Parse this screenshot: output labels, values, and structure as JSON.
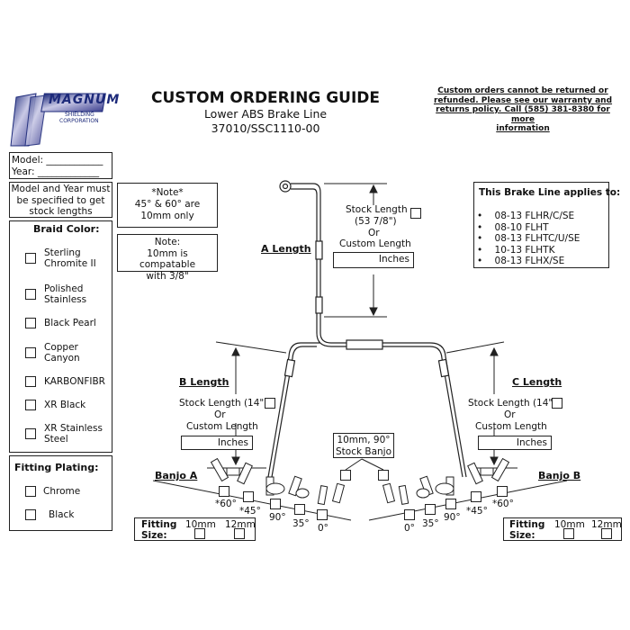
{
  "brand": {
    "logo_text": "MAGNUM",
    "sub1": "SHIELDING",
    "sub2": "CORPORATION"
  },
  "title": "CUSTOM ORDERING GUIDE",
  "subtitle": "Lower ABS Brake Line",
  "part_number": "37010/SSC1110-00",
  "notice": [
    "Custom orders cannot be returned or",
    "refunded. Please see our warranty and",
    "returns policy. Call (585) 381-8380 for more",
    "information"
  ],
  "model_label": "Model: ____________",
  "year_label": "Year: _____________",
  "model_year_note": [
    "Model and Year must",
    "be specified to get",
    "stock lengths"
  ],
  "braid": {
    "title": "Braid Color:",
    "options": [
      [
        "Sterling",
        "Chromite II"
      ],
      [
        "Polished",
        "Stainless"
      ],
      [
        "Black Pearl"
      ],
      [
        "Copper",
        "Canyon"
      ],
      [
        "KARBONFIBR"
      ],
      [
        "XR Black"
      ],
      [
        "XR Stainless",
        "Steel"
      ]
    ]
  },
  "plating": {
    "title": "Fitting Plating:",
    "options": [
      "Chrome",
      "Black"
    ]
  },
  "note1": [
    "*Note*",
    "45° & 60° are",
    "10mm only"
  ],
  "note2": [
    "Note:",
    "10mm is compatable",
    "with 3/8\""
  ],
  "applies": {
    "title": "This Brake Line applies to:",
    "items": [
      "08-13 FLHR/C/SE",
      "08-10 FLHT",
      "08-13 FLHTC/U/SE",
      "10-13 FLHTK",
      "08-13 FLHX/SE"
    ]
  },
  "a": {
    "label": "A Length",
    "stock": "Stock Length",
    "stock_val": "(53 7/8\")",
    "or": "Or",
    "custom": "Custom Length",
    "inches": "Inches"
  },
  "b": {
    "label": "B Length",
    "stock": "Stock Length  (14\")",
    "or": "Or",
    "custom": "Custom Length",
    "inches": "Inches"
  },
  "c": {
    "label": "C Length",
    "stock": "Stock Length (14\")",
    "or": "Or",
    "custom": "Custom Length",
    "inches": "Inches"
  },
  "stock_banjo": [
    "10mm, 90°",
    "Stock Banjo"
  ],
  "banjo_a": "Banjo A",
  "banjo_b": "Banjo B",
  "angles_a": [
    "*60°",
    "*45°",
    "90°",
    "35°",
    "0°"
  ],
  "angles_b": [
    "0°",
    "35°",
    "90°",
    "*45°",
    "*60°"
  ],
  "fitting": {
    "label1": "Fitting",
    "label2": "Size:",
    "mm10": "10mm",
    "mm12": "12mm"
  }
}
